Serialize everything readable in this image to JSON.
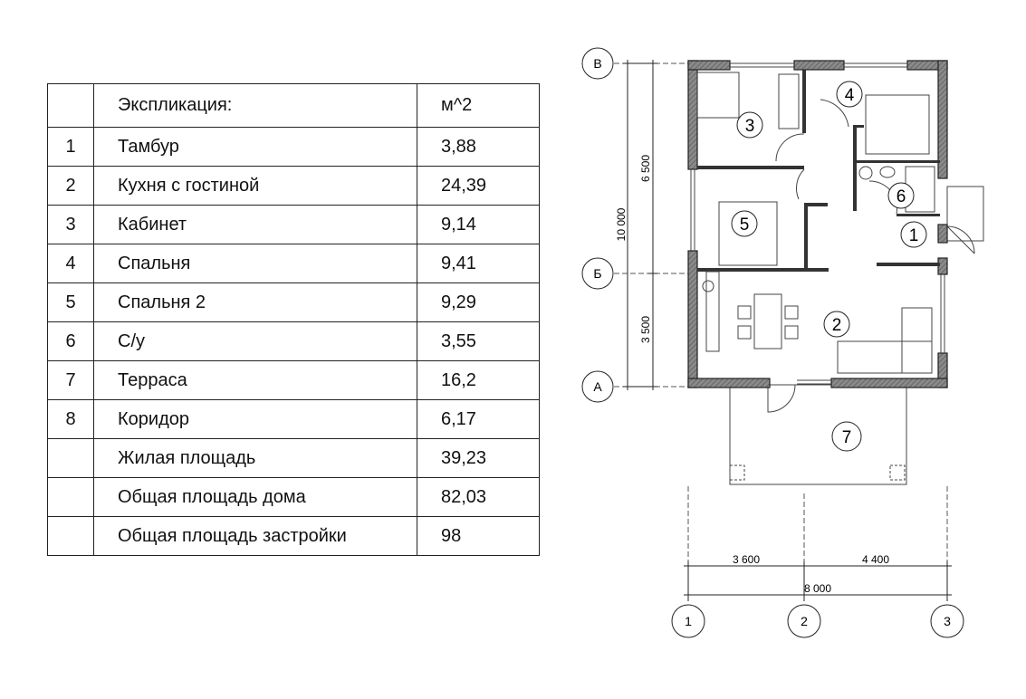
{
  "table": {
    "header": {
      "name": "Экспликация:",
      "unit": "м^2"
    },
    "rows": [
      {
        "n": "1",
        "name": "Тамбур",
        "area": "3,88"
      },
      {
        "n": "2",
        "name": "Кухня с гостиной",
        "area": "24,39"
      },
      {
        "n": "3",
        "name": "Кабинет",
        "area": "9,14"
      },
      {
        "n": "4",
        "name": "Спальня",
        "area": "9,41"
      },
      {
        "n": "5",
        "name": "Спальня 2",
        "area": "9,29"
      },
      {
        "n": "6",
        "name": "С/у",
        "area": "3,55"
      },
      {
        "n": "7",
        "name": "Терраса",
        "area": "16,2"
      },
      {
        "n": "8",
        "name": "Коридор",
        "area": "6,17"
      }
    ],
    "totals": [
      {
        "name": "Жилая площадь",
        "area": "39,23"
      },
      {
        "name": "Общая площадь дома",
        "area": "82,03"
      },
      {
        "name": "Общая площадь застройки",
        "area": "98"
      }
    ]
  },
  "plan": {
    "axes_rows": [
      "В",
      "Б",
      "А"
    ],
    "axes_cols": [
      "1",
      "2",
      "3"
    ],
    "dims_vertical": {
      "total": "10 000",
      "upper": "6 500",
      "lower": "3 500"
    },
    "dims_horizontal": {
      "left": "3 600",
      "right": "4 400",
      "total": "8 000"
    },
    "room_labels": [
      "1",
      "2",
      "3",
      "4",
      "5",
      "6",
      "7"
    ]
  }
}
